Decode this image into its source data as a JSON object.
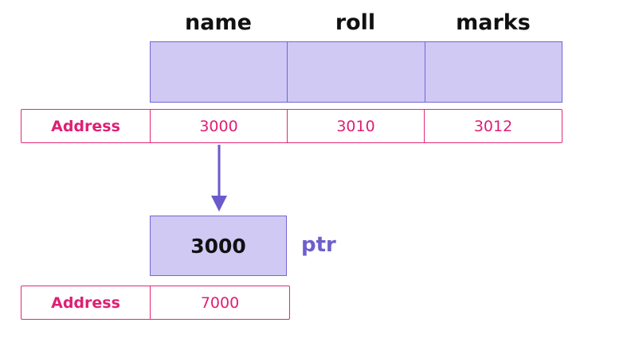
{
  "fields": {
    "name_label": "name",
    "roll_label": "roll",
    "marks_label": "marks"
  },
  "struct_addresses": {
    "label": "Address",
    "name_address": "3000",
    "roll_address": "3010",
    "marks_address": "3012"
  },
  "pointer": {
    "value": "3000",
    "name": "ptr",
    "address_label": "Address",
    "address": "7000"
  },
  "colors": {
    "box_fill": "#cfc9f4",
    "box_border": "#7466d4",
    "address_border": "#e3287a",
    "address_text": "#de1f74",
    "pointer_label": "#6e5ece",
    "arrow": "#6a5acd"
  }
}
